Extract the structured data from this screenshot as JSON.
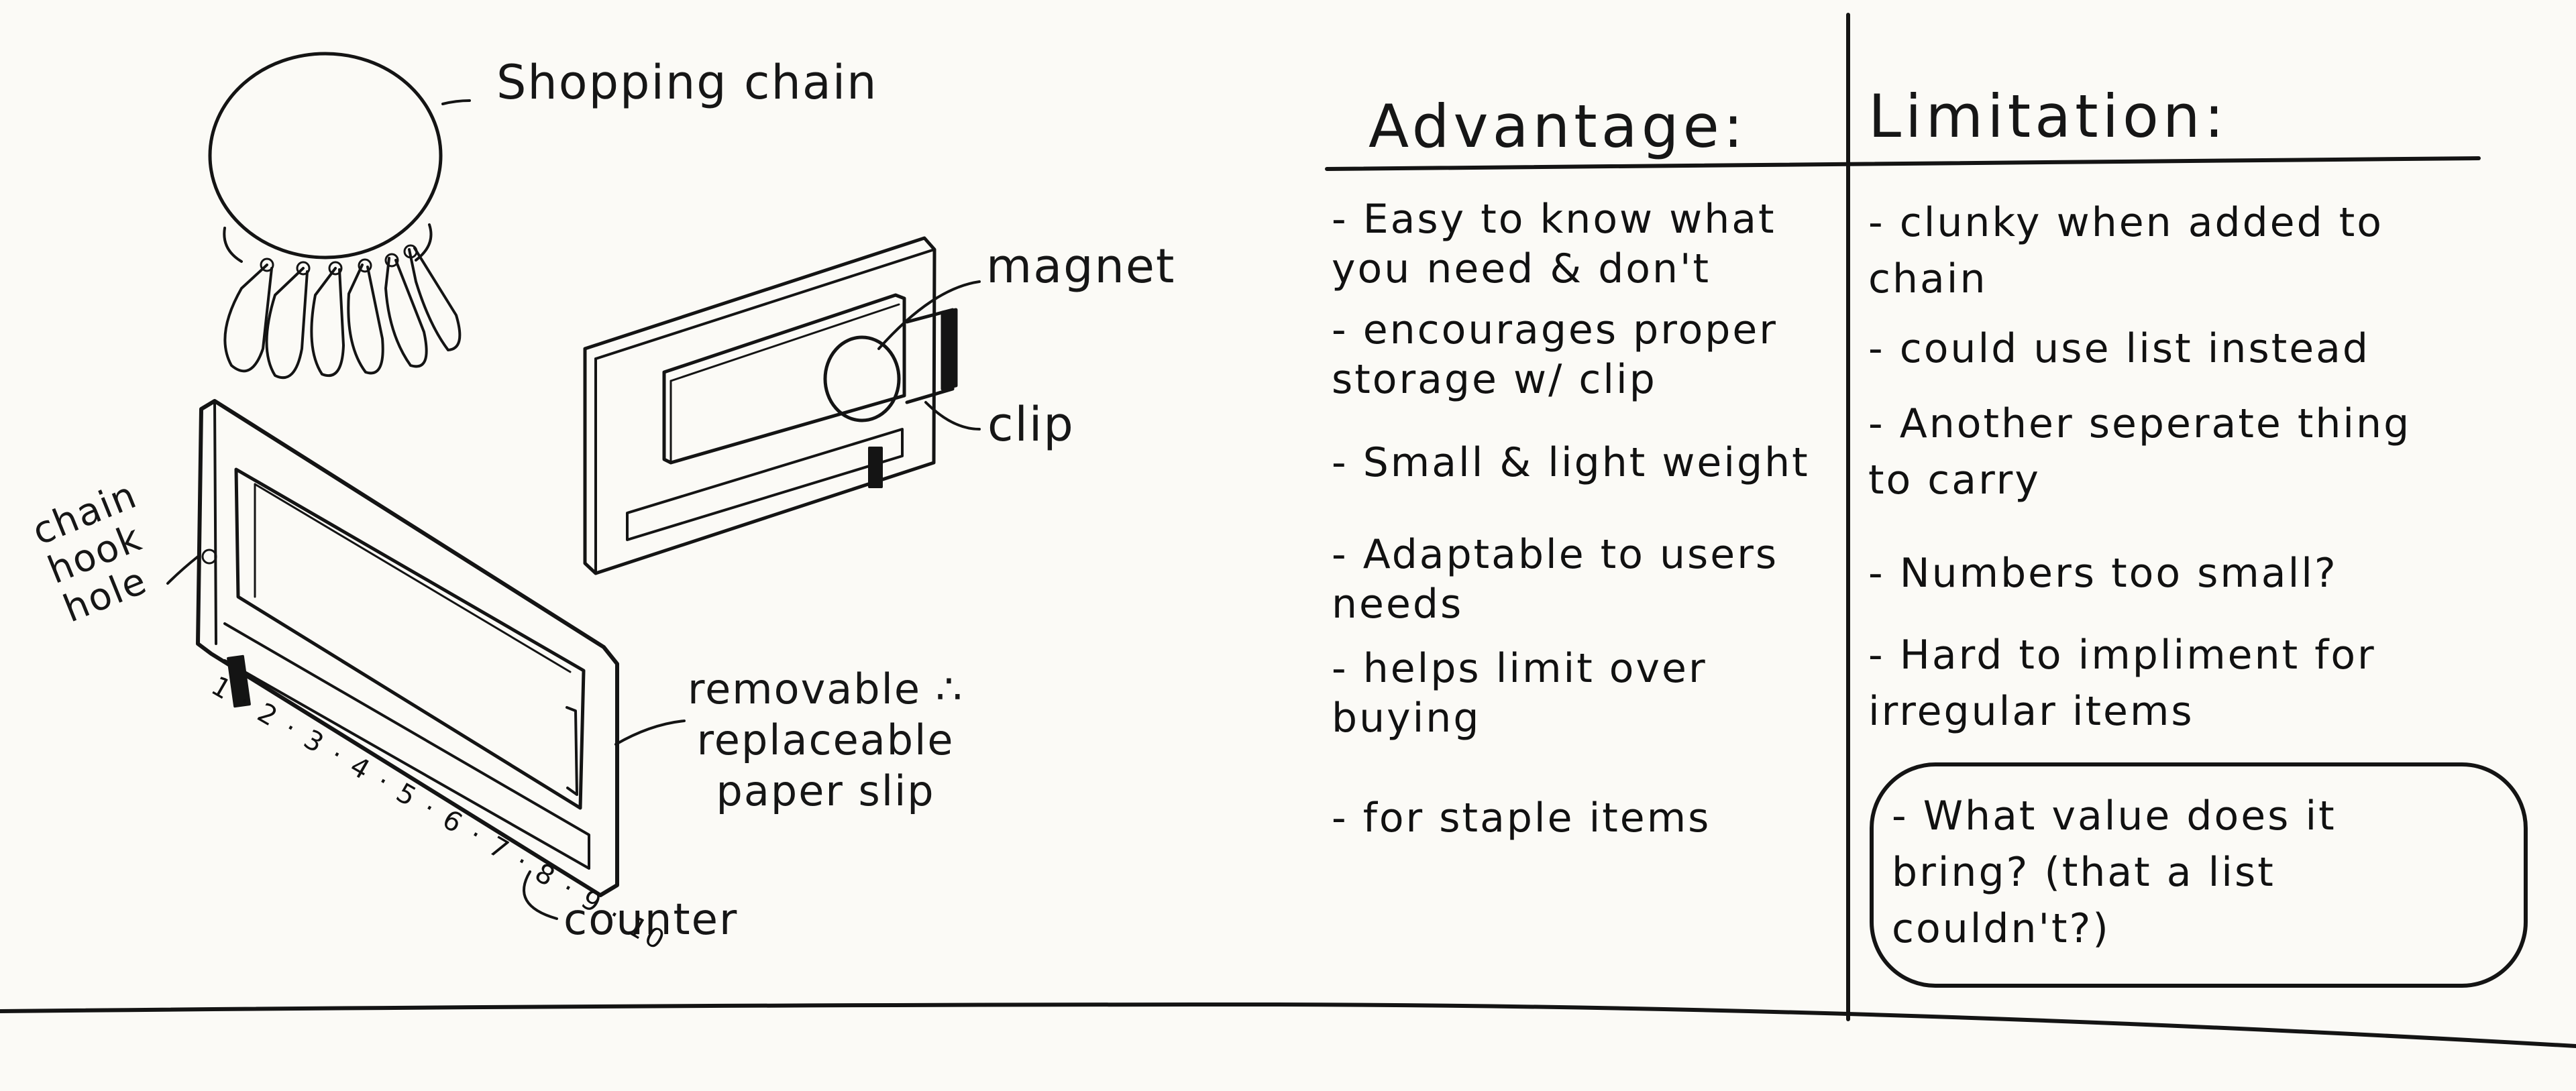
{
  "sketch": {
    "labels": {
      "shopping_chain": "Shopping chain",
      "magnet": "magnet",
      "clip": "clip",
      "chain_hook_hole": "chain\nhook\nhole",
      "paper_slip": "removable ∴\nreplaceable\npaper slip",
      "counter": "counter"
    },
    "counter_numbers": "1 · 2 · 3 · 4 · 5 · 6 · 7 · 8 · 9 · 10"
  },
  "table": {
    "advantage_header": "Advantage:",
    "limitation_header": "Limitation:",
    "advantages": [
      "- Easy to know what\nyou need & don't",
      "- encourages proper\nstorage w/ clip",
      "- Small & light weight",
      "- Adaptable to users\nneeds",
      "- helps limit over\nbuying",
      "- for staple items"
    ],
    "limitations": [
      "- clunky when added to\nchain",
      "- could use list instead",
      "- Another seperate thing\nto carry",
      "- Numbers too small?",
      "- Hard to impliment for\nirregular items",
      "- What value does it\nbring? (that a list\ncouldn't?)"
    ]
  },
  "colors": {
    "paper": "#fbfaf6",
    "ink": "#141414"
  }
}
